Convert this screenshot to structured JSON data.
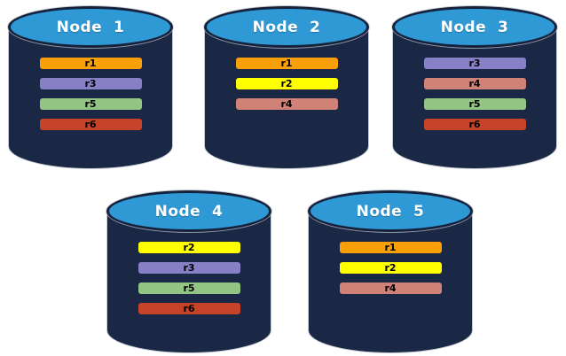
{
  "diagram": {
    "colors": {
      "cylinder_body": "#1A2745",
      "cylinder_top_fill": "#2E99D5",
      "cylinder_top_border": "#16213C",
      "replicas": {
        "r1": "#F9A008",
        "r2": "#FFFF00",
        "r3": "#8880C7",
        "r4": "#CF8275",
        "r5": "#92C584",
        "r6": "#C64229"
      }
    },
    "nodes": [
      {
        "label": "Node  1",
        "replicas": [
          "r1",
          "r3",
          "r5",
          "r6"
        ]
      },
      {
        "label": "Node  2",
        "replicas": [
          "r1",
          "r2",
          "r4"
        ]
      },
      {
        "label": "Node  3",
        "replicas": [
          "r3",
          "r4",
          "r5",
          "r6"
        ]
      },
      {
        "label": "Node  4",
        "replicas": [
          "r2",
          "r3",
          "r5",
          "r6"
        ]
      },
      {
        "label": "Node  5",
        "replicas": [
          "r1",
          "r2",
          "r4"
        ]
      }
    ]
  }
}
